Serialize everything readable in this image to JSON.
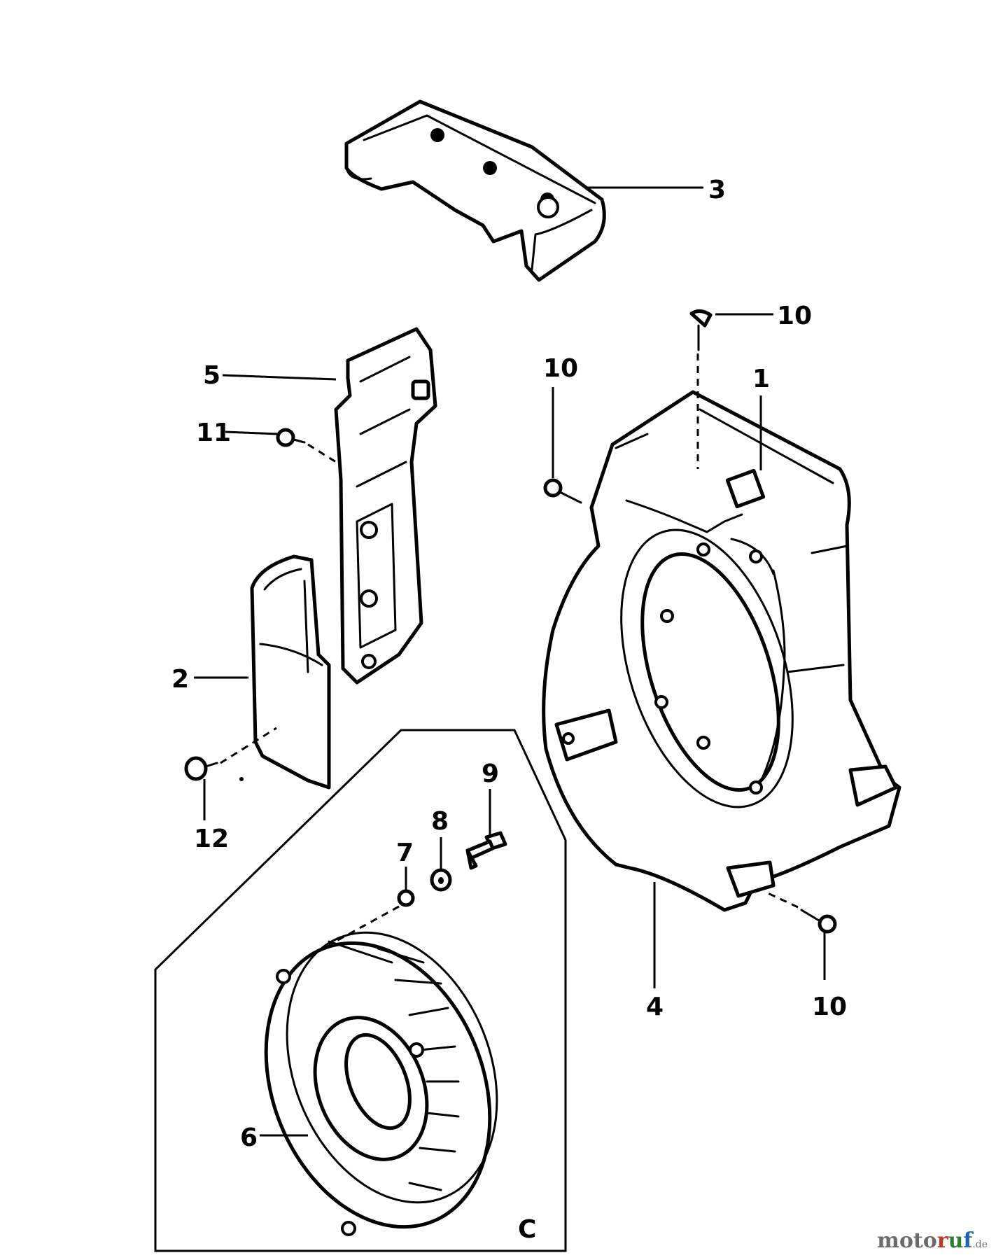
{
  "diagram": {
    "callouts": {
      "c1": "1",
      "c2": "2",
      "c3": "3",
      "c4": "4",
      "c5": "5",
      "c6": "6",
      "c7": "7",
      "c8": "8",
      "c9": "9",
      "c10a": "10",
      "c10b": "10",
      "c10c": "10",
      "c11": "11",
      "c12": "12"
    },
    "group_label": "C"
  },
  "watermark": {
    "a": "moto",
    "b": "r",
    "c": "u",
    "d": "f",
    "tld": ".de"
  }
}
